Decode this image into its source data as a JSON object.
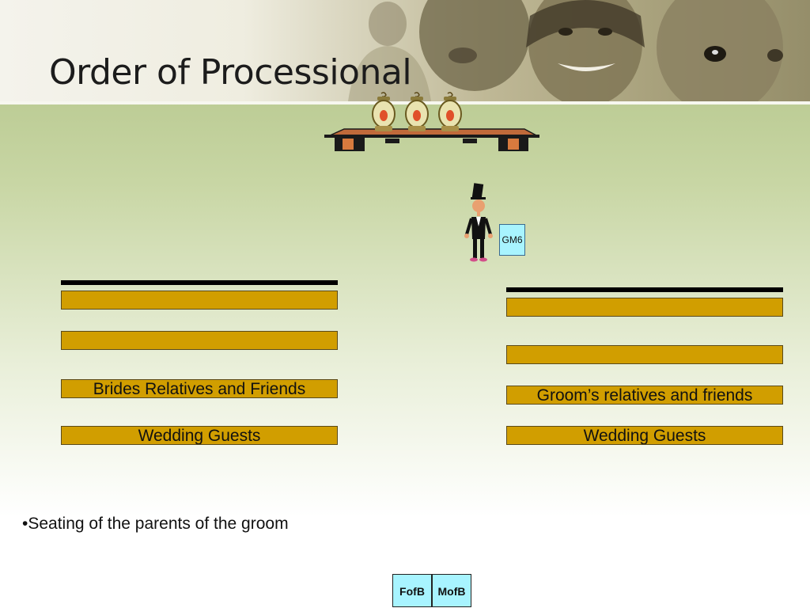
{
  "slide": {
    "title": "Order of Processional",
    "bullet": "•Seating of the parents of the groom"
  },
  "groomsman_box": {
    "label": "GM6"
  },
  "left_pews": [
    {
      "label": ""
    },
    {
      "label": ""
    },
    {
      "label": "Brides Relatives and Friends"
    },
    {
      "label": "Wedding Guests"
    }
  ],
  "right_pews": [
    {
      "label": ""
    },
    {
      "label": ""
    },
    {
      "label": "Groom’s relatives and friends"
    },
    {
      "label": "Wedding Guests"
    }
  ],
  "parent_boxes": [
    {
      "label": "FofB"
    },
    {
      "label": "MofB"
    }
  ],
  "colors": {
    "pew_gold": "#d19e00",
    "label_cyan": "#a8f4ff",
    "background_green": "#aec083"
  },
  "icons": [
    "lantern-icon",
    "altar-table-icon",
    "groom-figure-icon"
  ]
}
